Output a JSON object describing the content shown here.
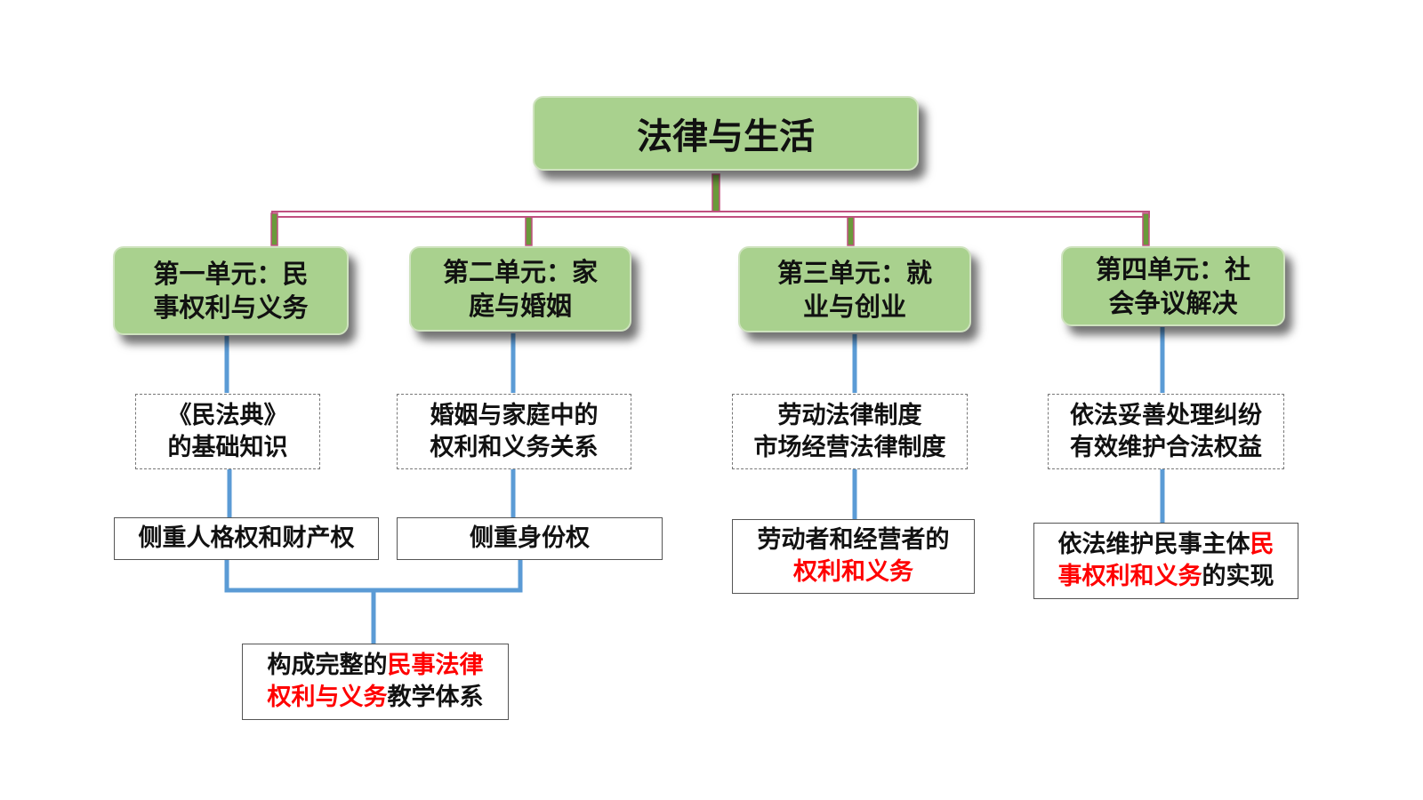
{
  "root": {
    "label": "法律与生活"
  },
  "units": [
    {
      "title_line1": "第一单元：民",
      "title_line2": "事权利与义务",
      "topic_line1": "《民法典》",
      "topic_line2": "的基础知识",
      "focus": "侧重人格权和财产权"
    },
    {
      "title_line1": "第二单元：家",
      "title_line2": "庭与婚姻",
      "topic_line1": "婚姻与家庭中的",
      "topic_line2": "权利和义务关系",
      "focus": "侧重身份权"
    },
    {
      "title_line1": "第三单元：就",
      "title_line2": "业与创业",
      "topic_line1": "劳动法律制度",
      "topic_line2": "市场经营法律制度",
      "focus_line1": "劳动者和经营者的",
      "focus_line2_red": "权利和义务"
    },
    {
      "title_line1": "第四单元：社",
      "title_line2": "会争议解决",
      "topic_line1": "依法妥善处理纠纷",
      "topic_line2": "有效维护合法权益",
      "focus_line1_black": "依法维护民事主体",
      "focus_line1_red": "民",
      "focus_line2_red": "事权利和义务",
      "focus_line2_black": "的实现"
    }
  ],
  "merged": {
    "line1_black": "构成完整的",
    "line1_red": "民事法律",
    "line2_red": "权利与义务",
    "line2_black": "教学体系"
  },
  "colors": {
    "node_fill": "#a9d18e",
    "bus": "#c05080",
    "branch_accent": "#6a9a3a",
    "connector_blue": "#5b9bd5",
    "highlight": "#ff0000"
  }
}
